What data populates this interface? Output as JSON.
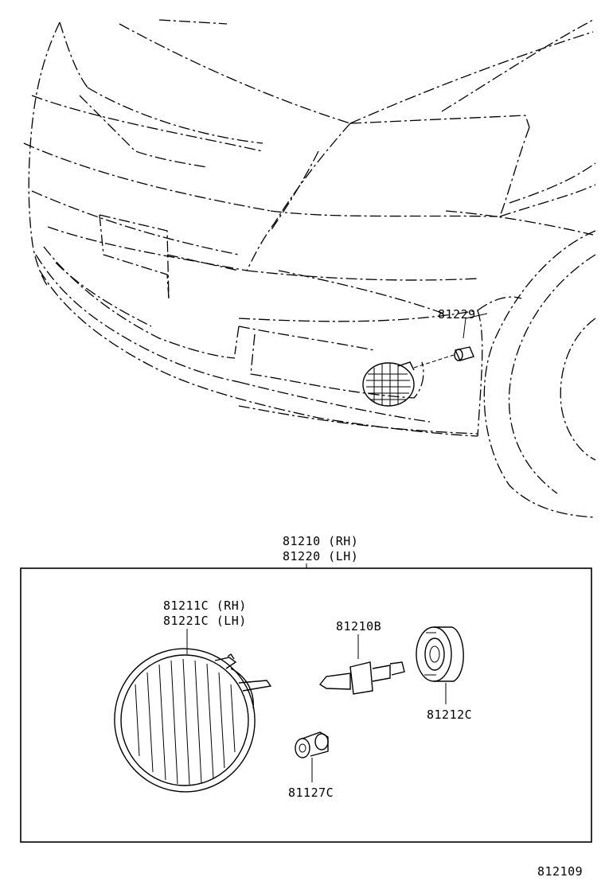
{
  "diagram": {
    "parts": {
      "fog_lamp_pin": "81229",
      "assembly_rh": "81210 (RH)",
      "assembly_lh": "81220 (LH)",
      "unit_rh": "81211C (RH)",
      "unit_lh": "81221C (LH)",
      "bulb": "81210B",
      "socket_cover": "81212C",
      "clip": "81127C"
    },
    "figure_number": "812109"
  }
}
